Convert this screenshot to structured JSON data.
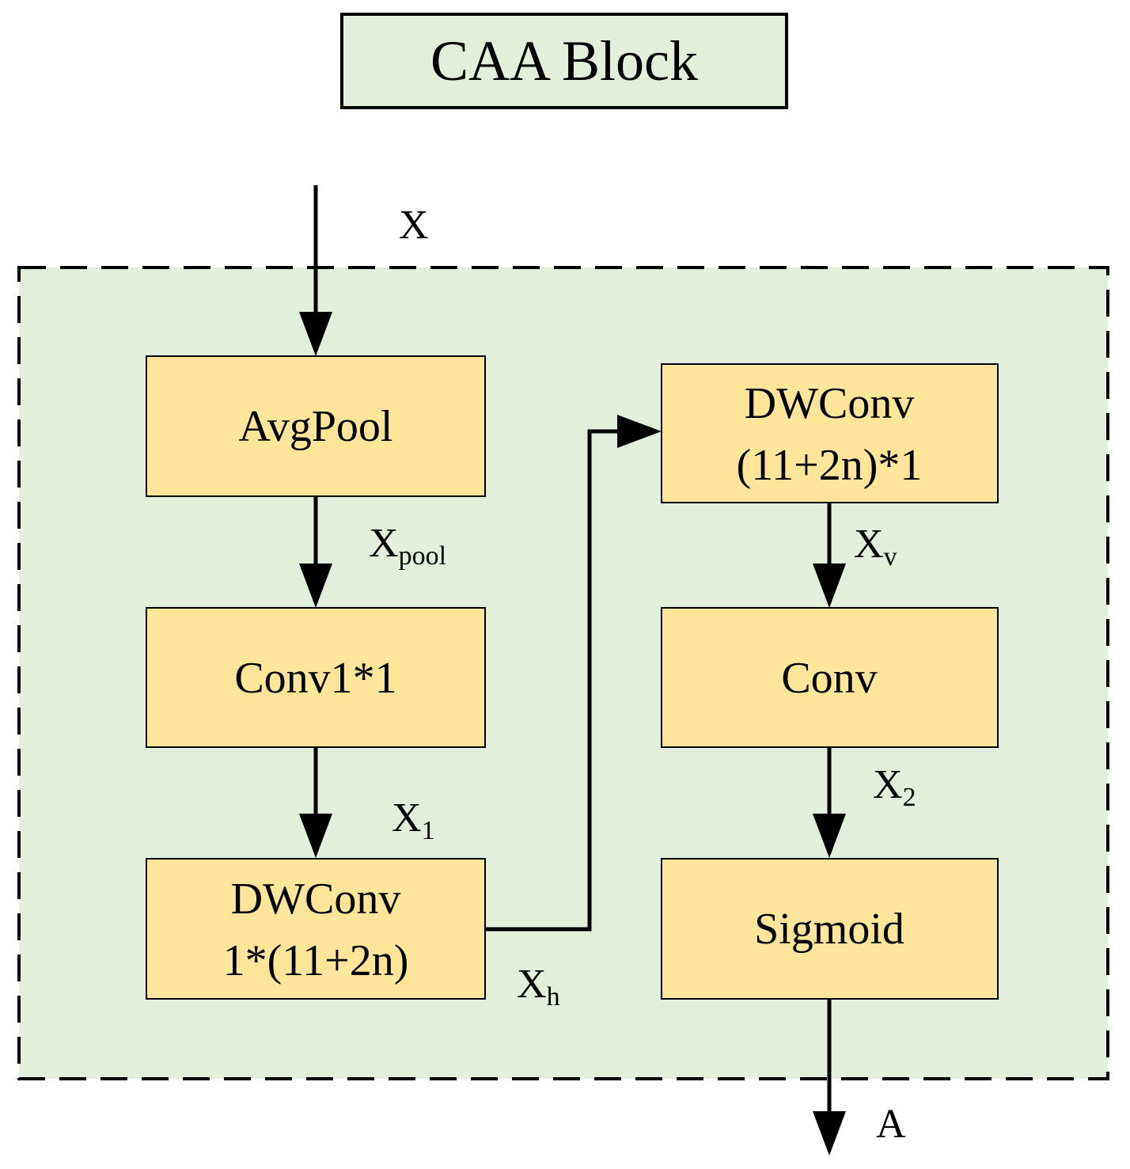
{
  "title": "CAA Block",
  "colors": {
    "title_fill": "#e2efda",
    "region_fill": "#e2efda",
    "box_fill": "#fee599",
    "stroke": "#000000"
  },
  "nodes": {
    "avgpool": [
      "AvgPool"
    ],
    "conv1x1": [
      "Conv1*1"
    ],
    "dwconv_h": [
      "DWConv",
      "1*(11+2n)"
    ],
    "dwconv_v": [
      "DWConv",
      "(11+2n)*1"
    ],
    "conv": [
      "Conv"
    ],
    "sigmoid": [
      "Sigmoid"
    ]
  },
  "edge_labels": {
    "x": {
      "main": "X",
      "sub": ""
    },
    "x_pool": {
      "main": "X",
      "sub": "pool"
    },
    "x_1": {
      "main": "X",
      "sub": "1"
    },
    "x_h": {
      "main": "X",
      "sub": "h"
    },
    "x_v": {
      "main": "X",
      "sub": "v"
    },
    "x_2": {
      "main": "X",
      "sub": "2"
    },
    "a": {
      "main": "A",
      "sub": ""
    }
  }
}
